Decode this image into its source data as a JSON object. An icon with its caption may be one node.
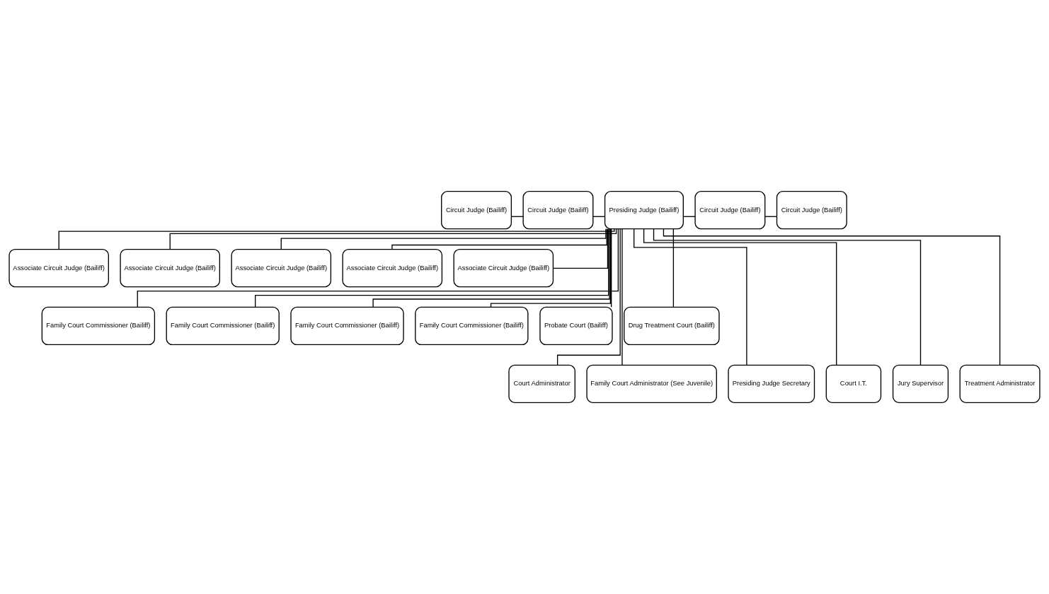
{
  "diagram": {
    "nodes": [
      {
        "text": [
          "Circuit Judge (Bailiff)"
        ]
      },
      {
        "text": [
          "Circuit Judge (Bailiff)"
        ]
      },
      {
        "text": [
          "Presiding Judge (Bailiff)"
        ]
      },
      {
        "text": [
          "Circuit Judge (Bailiff)"
        ]
      },
      {
        "text": [
          "Circuit Judge (Bailiff)"
        ]
      },
      {
        "text": [
          "Associate Circuit Judge (Bailiff)"
        ]
      },
      {
        "text": [
          "Associate Circuit Judge (Bailiff)"
        ]
      },
      {
        "text": [
          "Associate Circuit Judge (Bailiff)"
        ]
      },
      {
        "text": [
          "Associate Circuit Judge (Bailiff)"
        ]
      },
      {
        "text": [
          "Associate Circuit Judge (Bailiff)"
        ]
      },
      {
        "text": [
          "Family Court Commissioner (Bailiff)"
        ]
      },
      {
        "text": [
          "Family Court Commissioner (Bailiff)"
        ]
      },
      {
        "text": [
          "Family Court Commissioner (Bailiff)"
        ]
      },
      {
        "text": [
          "Family Court Commissioner (Bailiff)"
        ]
      },
      {
        "text": [
          "Probate Court (Bailiff)"
        ]
      },
      {
        "text": [
          "Drug Treatment Court (Bailiff)"
        ]
      },
      {
        "text": [
          "Court Administrator"
        ]
      },
      {
        "text": [
          "Family Court Administrator (See Juvenile)"
        ]
      },
      {
        "text": [
          "Presiding Judge Secretary"
        ]
      },
      {
        "text": [
          "Court I.T."
        ]
      },
      {
        "text": [
          "Jury Supervisor"
        ]
      },
      {
        "text": [
          "Treatment Administrator"
        ]
      }
    ],
    "edges": [
      {
        "from": 0,
        "to": 1,
        "arrow": "none"
      },
      {
        "from": 1,
        "to": 2,
        "arrow": "none"
      },
      {
        "from": 2,
        "to": 3,
        "arrow": "none"
      },
      {
        "from": 3,
        "to": 4,
        "arrow": "none"
      },
      {
        "from": 2,
        "to": 5,
        "arrow": "none"
      },
      {
        "from": 2,
        "to": 6,
        "arrow": "none"
      },
      {
        "from": 2,
        "to": 7,
        "arrow": "none"
      },
      {
        "from": 2,
        "to": 8,
        "arrow": "none"
      },
      {
        "from": 2,
        "to": 9,
        "arrow": "none"
      },
      {
        "from": 2,
        "to": 10,
        "arrow": "none"
      },
      {
        "from": 2,
        "to": 11,
        "arrow": "none"
      },
      {
        "from": 2,
        "to": 12,
        "arrow": "none"
      },
      {
        "from": 2,
        "to": 13,
        "arrow": "none"
      },
      {
        "from": 2,
        "to": 14,
        "arrow": "none"
      },
      {
        "from": 2,
        "to": 15,
        "arrow": "none"
      },
      {
        "from": 2,
        "to": 16,
        "arrow": "none"
      },
      {
        "from": 2,
        "to": 17,
        "arrow": "none"
      },
      {
        "from": 2,
        "to": 18,
        "arrow": "none"
      },
      {
        "from": 2,
        "to": 19,
        "arrow": "none"
      },
      {
        "from": 2,
        "to": 20,
        "arrow": "none"
      },
      {
        "from": 2,
        "to": 21,
        "arrow": "none"
      }
    ]
  }
}
